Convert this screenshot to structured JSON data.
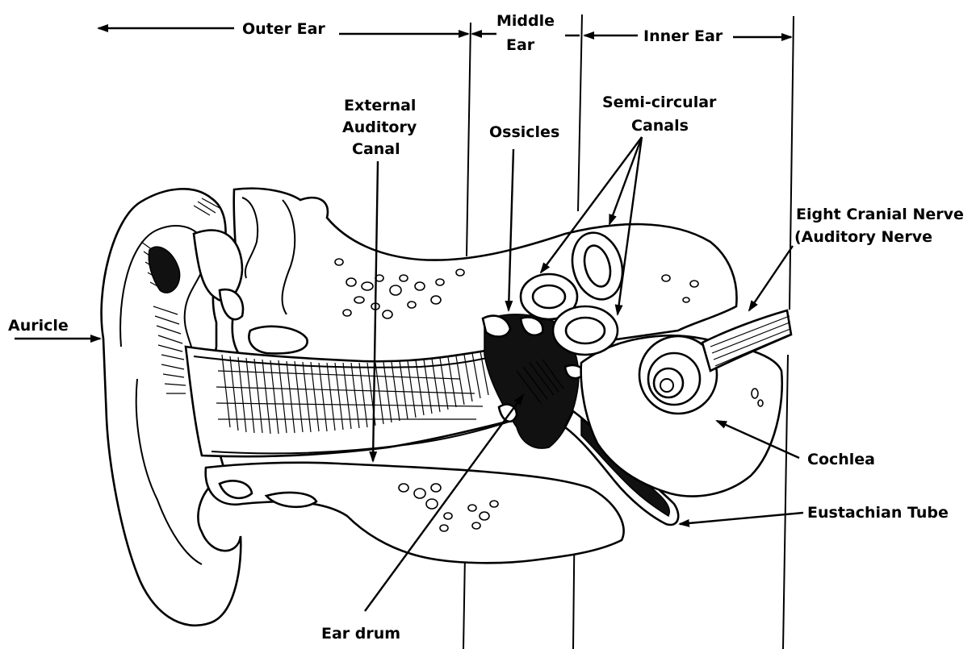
{
  "sections": {
    "outer_ear": "Outer Ear",
    "middle_ear_line1": "Middle",
    "middle_ear_line2": "Ear",
    "inner_ear": "Inner Ear"
  },
  "labels": {
    "external_canal_line1": "External",
    "external_canal_line2": "Auditory",
    "external_canal_line3": "Canal",
    "ossicles": "Ossicles",
    "semicircular_line1": "Semi-circular",
    "semicircular_line2": "Canals",
    "cranial_nerve_line1": "Eight Cranial Nerve",
    "cranial_nerve_line2": "(Auditory Nerve",
    "auricle": "Auricle",
    "cochlea": "Cochlea",
    "eustachian_tube": "Eustachian Tube",
    "ear_drum": "Ear drum"
  }
}
